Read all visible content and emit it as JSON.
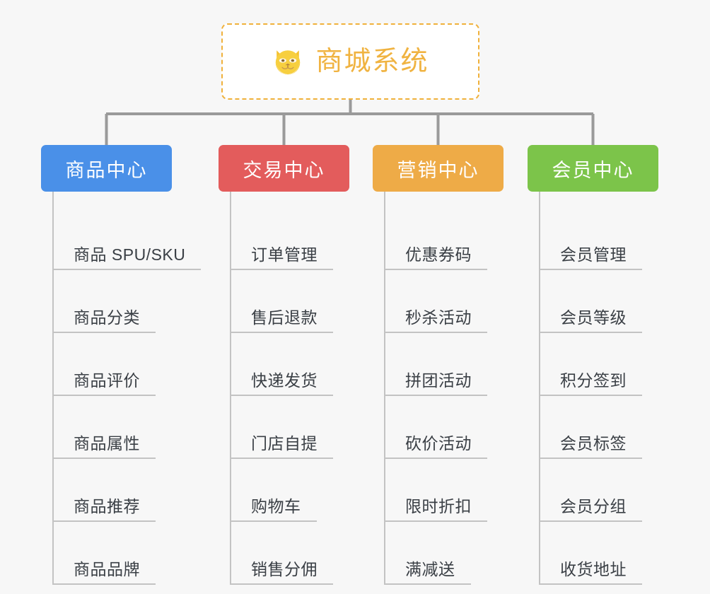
{
  "page": {
    "background_color": "#f7f7f7",
    "diagram_type": "org-chart-mindmap"
  },
  "root": {
    "title": "商城系统",
    "icon": "shiba-dog-face-icon",
    "border_color": "#f0b13b",
    "text_color": "#f0b341",
    "background": "#ffffff"
  },
  "columns": [
    {
      "header": "商品中心",
      "color": "#4a90e8",
      "items": [
        "商品 SPU/SKU",
        "商品分类",
        "商品评价",
        "商品属性",
        "商品推荐",
        "商品品牌"
      ]
    },
    {
      "header": "交易中心",
      "color": "#e35c5c",
      "items": [
        "订单管理",
        "售后退款",
        "快递发货",
        "门店自提",
        "购物车",
        "销售分佣"
      ]
    },
    {
      "header": "营销中心",
      "color": "#eeab47",
      "items": [
        "优惠券码",
        "秒杀活动",
        "拼团活动",
        "砍价活动",
        "限时折扣",
        "满减送"
      ]
    },
    {
      "header": "会员中心",
      "color": "#7cc44a",
      "items": [
        "会员管理",
        "会员等级",
        "积分签到",
        "会员标签",
        "会员分组",
        "收货地址"
      ]
    }
  ],
  "connector": {
    "line_color": "#9a9a9a",
    "leaf_line_color": "#c3c3c3"
  }
}
